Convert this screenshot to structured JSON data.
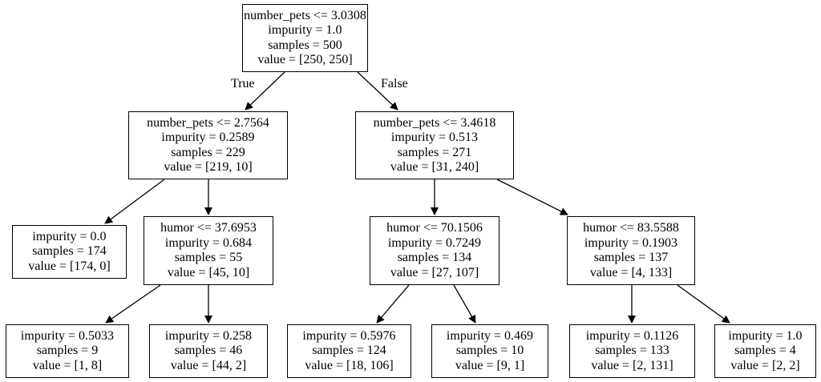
{
  "tree": {
    "root": {
      "lines": [
        "number_pets <= 3.0308",
        "impurity = 1.0",
        "samples = 500",
        "value = [250, 250]"
      ]
    },
    "edge_labels": {
      "true_label": "True",
      "false_label": "False"
    },
    "nodes": [
      {
        "id": "n1",
        "lines": [
          "number_pets <= 2.7564",
          "impurity = 0.2589",
          "samples = 229",
          "value = [219, 10]"
        ]
      },
      {
        "id": "n2",
        "lines": [
          "number_pets <= 3.4618",
          "impurity = 0.513",
          "samples = 271",
          "value = [31, 240]"
        ]
      },
      {
        "id": "n3",
        "lines": [
          "impurity = 0.0",
          "samples = 174",
          "value = [174, 0]"
        ]
      },
      {
        "id": "n4",
        "lines": [
          "humor <= 37.6953",
          "impurity = 0.684",
          "samples = 55",
          "value = [45, 10]"
        ]
      },
      {
        "id": "n5",
        "lines": [
          "humor <= 70.1506",
          "impurity = 0.7249",
          "samples = 134",
          "value = [27, 107]"
        ]
      },
      {
        "id": "n6",
        "lines": [
          "humor <= 83.5588",
          "impurity = 0.1903",
          "samples = 137",
          "value = [4, 133]"
        ]
      },
      {
        "id": "n7",
        "lines": [
          "impurity = 0.5033",
          "samples = 9",
          "value = [1, 8]"
        ]
      },
      {
        "id": "n8",
        "lines": [
          "impurity = 0.258",
          "samples = 46",
          "value = [44, 2]"
        ]
      },
      {
        "id": "n9",
        "lines": [
          "impurity = 0.5976",
          "samples = 124",
          "value = [18, 106]"
        ]
      },
      {
        "id": "n10",
        "lines": [
          "impurity = 0.469",
          "samples = 10",
          "value = [9, 1]"
        ]
      },
      {
        "id": "n11",
        "lines": [
          "impurity = 0.1126",
          "samples = 133",
          "value = [2, 131]"
        ]
      },
      {
        "id": "n12",
        "lines": [
          "impurity = 1.0",
          "samples = 4",
          "value = [2, 2]"
        ]
      }
    ]
  }
}
